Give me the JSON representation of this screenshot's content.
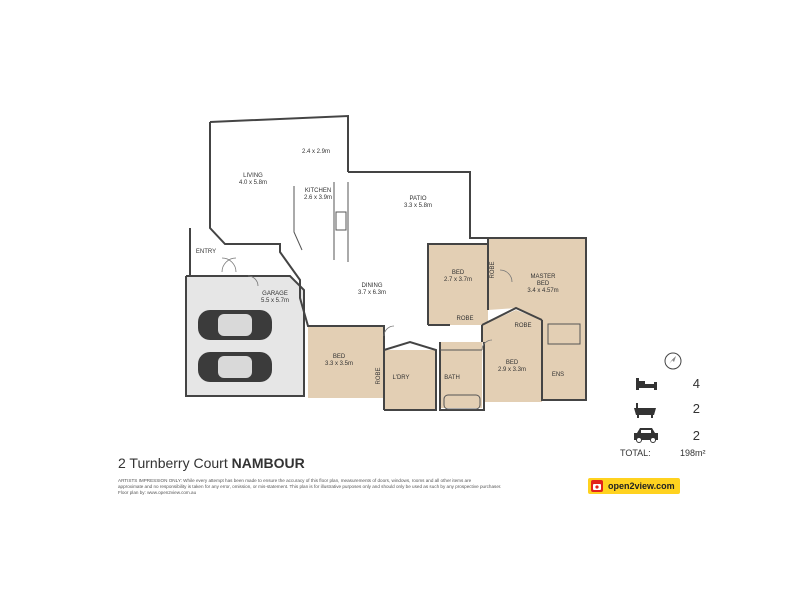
{
  "address": {
    "street": "2 Turnberry Court",
    "suburb": "NAMBOUR"
  },
  "rooms": {
    "dim_top": "2.4 x 2.9m",
    "living": {
      "name": "LIVING",
      "dims": "4.0 x 5.8m"
    },
    "kitchen": {
      "name": "KITCHEN",
      "dims": "2.6 x 3.9m"
    },
    "patio": {
      "name": "PATIO",
      "dims": "3.3 x 5.8m"
    },
    "entry": {
      "name": "ENTRY"
    },
    "garage": {
      "name": "GARAGE",
      "dims": "5.5 x 5.7m"
    },
    "dining": {
      "name": "DINING",
      "dims": "3.7 x 6.3m"
    },
    "bed2": {
      "name": "BED",
      "dims": "2.7 x 3.7m"
    },
    "master": {
      "name": "MASTER",
      "name2": "BED",
      "dims": "3.4 x 4.57m"
    },
    "robe_master": "ROBE",
    "robe_bed2": "ROBE",
    "robe_bed3": "ROBE",
    "robe_bed4": "ROBE",
    "bed3": {
      "name": "BED",
      "dims": "2.9 x 3.3m"
    },
    "ens": "ENS",
    "bath": "BATH",
    "ldry": "L'DRY",
    "bed4": {
      "name": "BED",
      "dims": "3.3 x 3.5m"
    }
  },
  "stats": {
    "beds": "4",
    "baths": "2",
    "cars": "2",
    "total_label": "TOTAL:",
    "total_value": "198m²"
  },
  "disclaimer": [
    "ARTISTS IMPRESSION ONLY: While every attempt has been made to ensure the accuracy of this floor plan, measurements of doors, windows, rooms and all other items are",
    "approximate and no responsibility is taken for any error, omission, or mis-statement. This plan is for illustrative purposes only and should only be used as such by any prospective purchaser.",
    "Floor plan by: www.open2view.com.au"
  ],
  "logo": {
    "text": "open2view.com"
  },
  "icons": {
    "compass": "compass-icon",
    "bed": "bed-icon",
    "bath": "bath-icon",
    "car": "car-icon"
  },
  "colors": {
    "room_fill": "#e3cfb4",
    "garage_fill": "#e6e6e6",
    "wall": "#444444",
    "logo_yellow": "#ffd21f",
    "logo_red": "#e2231a"
  }
}
